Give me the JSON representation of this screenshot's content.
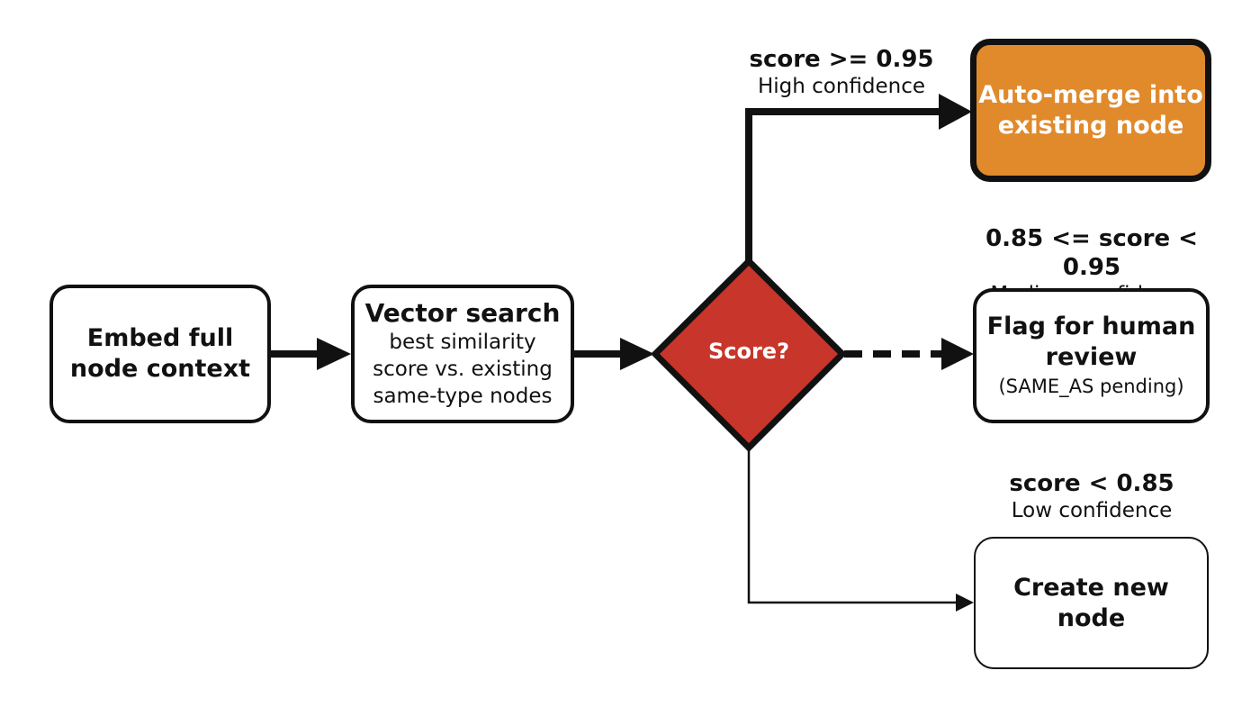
{
  "nodes": {
    "embed": {
      "title": "Embed full\nnode context"
    },
    "vector": {
      "title": "Vector search",
      "subtitle": "best similarity\nscore vs. existing\nsame-type nodes"
    },
    "decision": {
      "label": "Score?"
    },
    "automerge": {
      "title": "Auto-merge into\nexisting node"
    },
    "flag": {
      "title": "Flag for human\nreview",
      "subtitle": "(SAME_AS pending)"
    },
    "create": {
      "title": "Create new\nnode"
    }
  },
  "branches": {
    "high": {
      "condition": "score >= 0.95",
      "confidence": "High confidence"
    },
    "medium": {
      "condition": "0.85 <= score < 0.95",
      "confidence": "Medium confidence"
    },
    "low": {
      "condition": "score < 0.85",
      "confidence": "Low confidence"
    }
  },
  "colors": {
    "decision_fill": "#c8352a",
    "automerge_fill": "#e08a2c",
    "stroke": "#111111"
  }
}
